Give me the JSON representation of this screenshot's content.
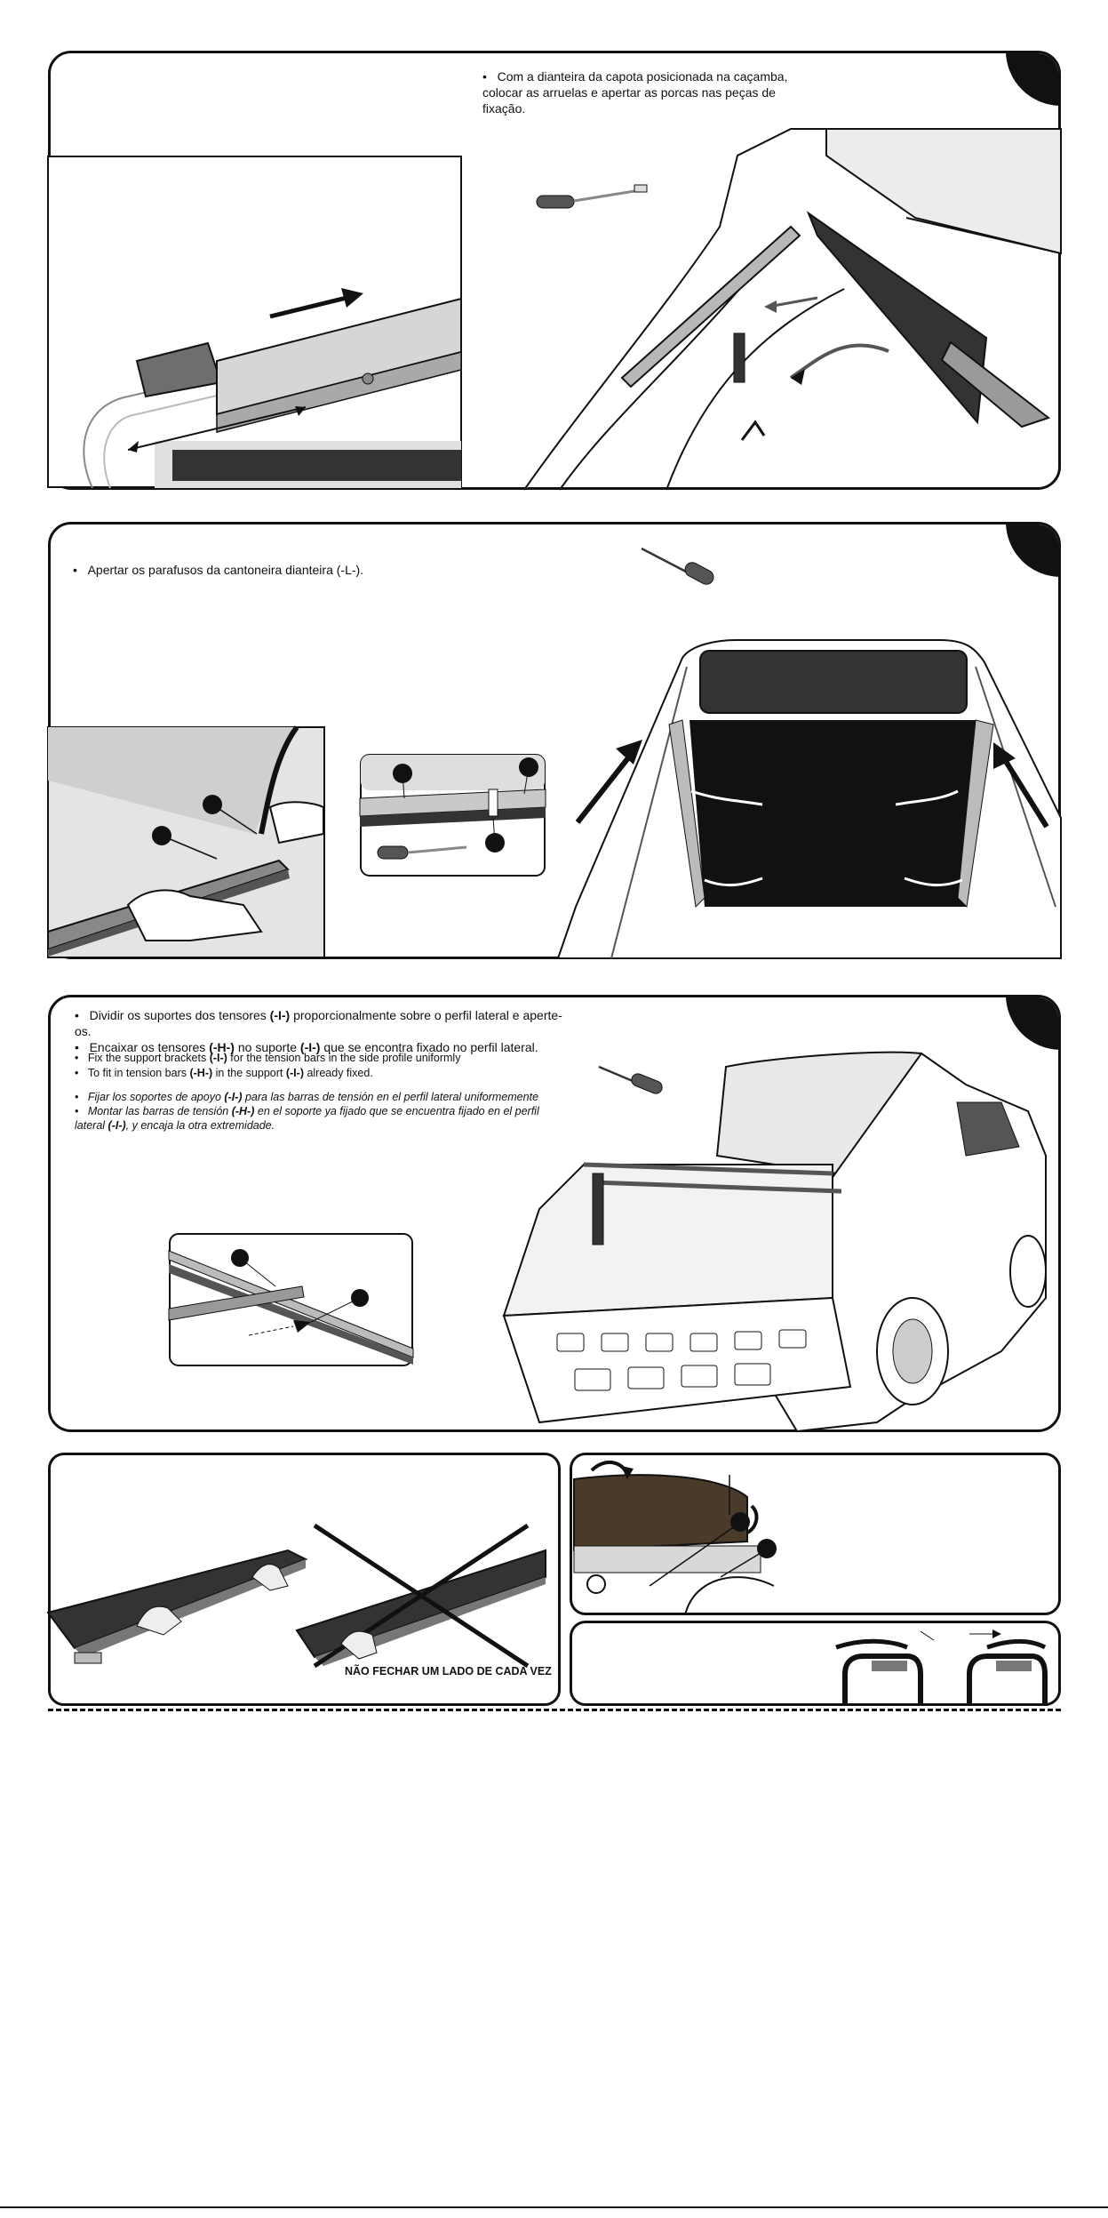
{
  "step1": {
    "bullet": "•",
    "line1": "Com a dianteira da capota posicionada na caçamba,",
    "line2": "colocar as arruelas e apertar as porcas nas peças de fixação."
  },
  "step2": {
    "bullet": "•",
    "text": "Apertar os parafusos da cantoneira dianteira (-L-)."
  },
  "step3": {
    "pt": [
      {
        "bullet": "•",
        "a": "Dividir os suportes dos tensores ",
        "b": "(-I-)",
        "c": " proporcionalmente sobre o perfil lateral e aperte-os."
      },
      {
        "bullet": "•",
        "a": "Encaixar os tensores ",
        "b": "(-H-)",
        "c": " no suporte ",
        "d": "(-I-)",
        "e": " que se encontra fixado no perfil lateral."
      }
    ],
    "en": [
      {
        "bullet": "•",
        "a": "Fix the support brackets ",
        "b": "(-I-)",
        "c": " for the tension bars in the side profile uniformly"
      },
      {
        "bullet": "•",
        "a": "To fit in tension bars ",
        "b": "(-H-)",
        "c": " in the support ",
        "d": "(-I-)",
        "e": " already fixed."
      }
    ],
    "es": [
      {
        "bullet": "•",
        "a": "Fijar los soportes de apoyo ",
        "b": "(-I-)",
        "c": " para las barras de tensión en el perfil lateral uniformemente"
      },
      {
        "bullet": "•",
        "a": "Montar las barras de tensión ",
        "b": "(-H-)",
        "c": " en el soporte ya fijado que se encuentra fijado en el perfil"
      },
      {
        "a": "lateral ",
        "b": "(-I-)",
        "c": ", y encaja  la otra extremidade."
      }
    ]
  },
  "step4": {
    "warning": "NÃO FECHAR UM LADO DE CADA VEZ"
  },
  "colors": {
    "ink": "#111111",
    "panel_fill": "#ffffff",
    "grey_light": "#e6e6e6",
    "grey_mid": "#bdbdbd",
    "grey_dark": "#6e6e6e"
  }
}
